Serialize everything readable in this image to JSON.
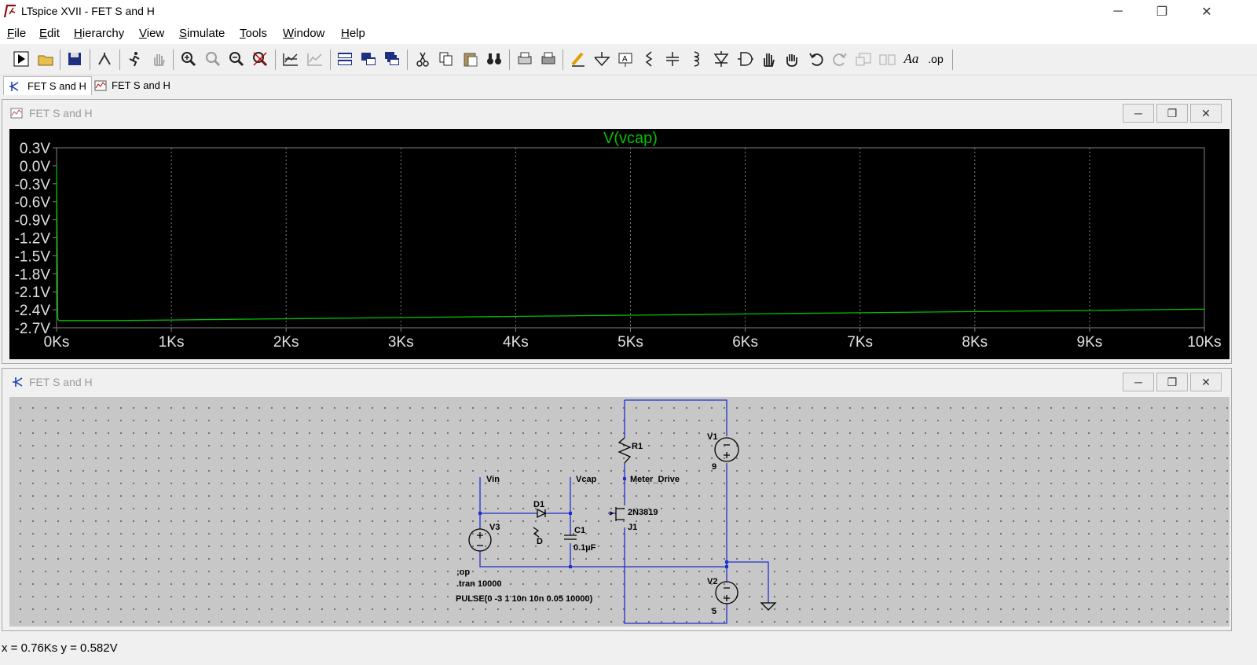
{
  "window": {
    "title": "LTspice XVII - FET S and H",
    "minimize": "─",
    "restore": "❐",
    "close": "✕"
  },
  "menu": [
    {
      "label": "File",
      "u": "F",
      "rest": "ile"
    },
    {
      "label": "Edit",
      "u": "E",
      "rest": "dit"
    },
    {
      "label": "Hierarchy",
      "u": "H",
      "rest": "ierarchy"
    },
    {
      "label": "View",
      "u": "V",
      "rest": "iew"
    },
    {
      "label": "Simulate",
      "u": "S",
      "rest": "imulate"
    },
    {
      "label": "Tools",
      "u": "T",
      "rest": "ools"
    },
    {
      "label": "Window",
      "u": "W",
      "rest": "indow"
    },
    {
      "label": "Help",
      "u": "H",
      "rest": "elp"
    }
  ],
  "toolbar_icons": [
    "new-schematic-icon",
    "open-folder-icon",
    "save-icon",
    "control-panel-icon",
    "run-icon",
    "halt-icon",
    "zoom-in-icon",
    "zoom-pan-icon",
    "zoom-out-icon",
    "zoom-fit-icon",
    "autorange-icon",
    "cancel-autorange-icon",
    "tile-horizontal-icon",
    "tile-vertical-icon",
    "cascade-icon",
    "cut-icon",
    "copy-icon",
    "paste-icon",
    "find-icon",
    "print-preview-icon",
    "print-icon",
    "draw-wire-icon",
    "ground-icon",
    "label-net-icon",
    "resistor-icon",
    "capacitor-icon",
    "inductor-icon",
    "diode-icon",
    "component-icon",
    "move-icon",
    "drag-icon",
    "undo-icon",
    "redo-icon",
    "rotate-icon",
    "mirror-icon",
    "text-icon",
    "spice-directive-icon"
  ],
  "toolbar_text": {
    "text_icon": "Aa",
    "op_icon": ".op"
  },
  "tabs": [
    {
      "label": "FET S and H",
      "icon": "schematic-tab-icon"
    },
    {
      "label": "FET S and H",
      "icon": "waveform-tab-icon"
    }
  ],
  "waveform_window": {
    "title": "FET S and H",
    "trace_label": "V(vcap)",
    "colors": {
      "background": "#000000",
      "trace": "#00c000",
      "grid": "#808080",
      "text": "#e0e0e0"
    }
  },
  "chart_data": {
    "type": "line",
    "title": "V(vcap)",
    "x_tick_labels": [
      "0Ks",
      "1Ks",
      "2Ks",
      "3Ks",
      "4Ks",
      "5Ks",
      "6Ks",
      "7Ks",
      "8Ks",
      "9Ks",
      "10Ks"
    ],
    "y_tick_labels": [
      "0.3V",
      "0.0V",
      "-0.3V",
      "-0.6V",
      "-0.9V",
      "-1.2V",
      "-1.5V",
      "-1.8V",
      "-2.1V",
      "-2.4V",
      "-2.7V"
    ],
    "xlim": [
      0,
      10000
    ],
    "ylim": [
      -2.7,
      0.3
    ],
    "grid": true,
    "series": [
      {
        "name": "V(vcap)",
        "x": [
          0,
          10,
          20,
          500,
          1000,
          2000,
          3000,
          4000,
          5000,
          6000,
          7000,
          8000,
          9000,
          10000
        ],
        "y": [
          0.0,
          -2.55,
          -2.58,
          -2.58,
          -2.57,
          -2.55,
          -2.53,
          -2.51,
          -2.49,
          -2.47,
          -2.45,
          -2.43,
          -2.41,
          -2.39
        ]
      }
    ]
  },
  "schematic_window": {
    "title": "FET S and H",
    "labels": {
      "vin": "Vin",
      "vcap": "Vcap",
      "d1": "D1",
      "d1_model": "D",
      "c1": "C1",
      "c1_value": "0.1µF",
      "v3": "V3",
      "r1": "R1",
      "meter_drive": "Meter_Drive",
      "j1_model": "2N3819",
      "j1": "J1",
      "v1": "V1",
      "v1_value": "9",
      "v2": "V2",
      "v2_value": "5",
      "directive_op": ";op",
      "directive_tran": ".tran 10000",
      "pulse": "PULSE(0 -3 1 10n 10n 0.05 10000)"
    }
  },
  "status": {
    "text": "x = 0.76Ks    y = 0.582V"
  }
}
